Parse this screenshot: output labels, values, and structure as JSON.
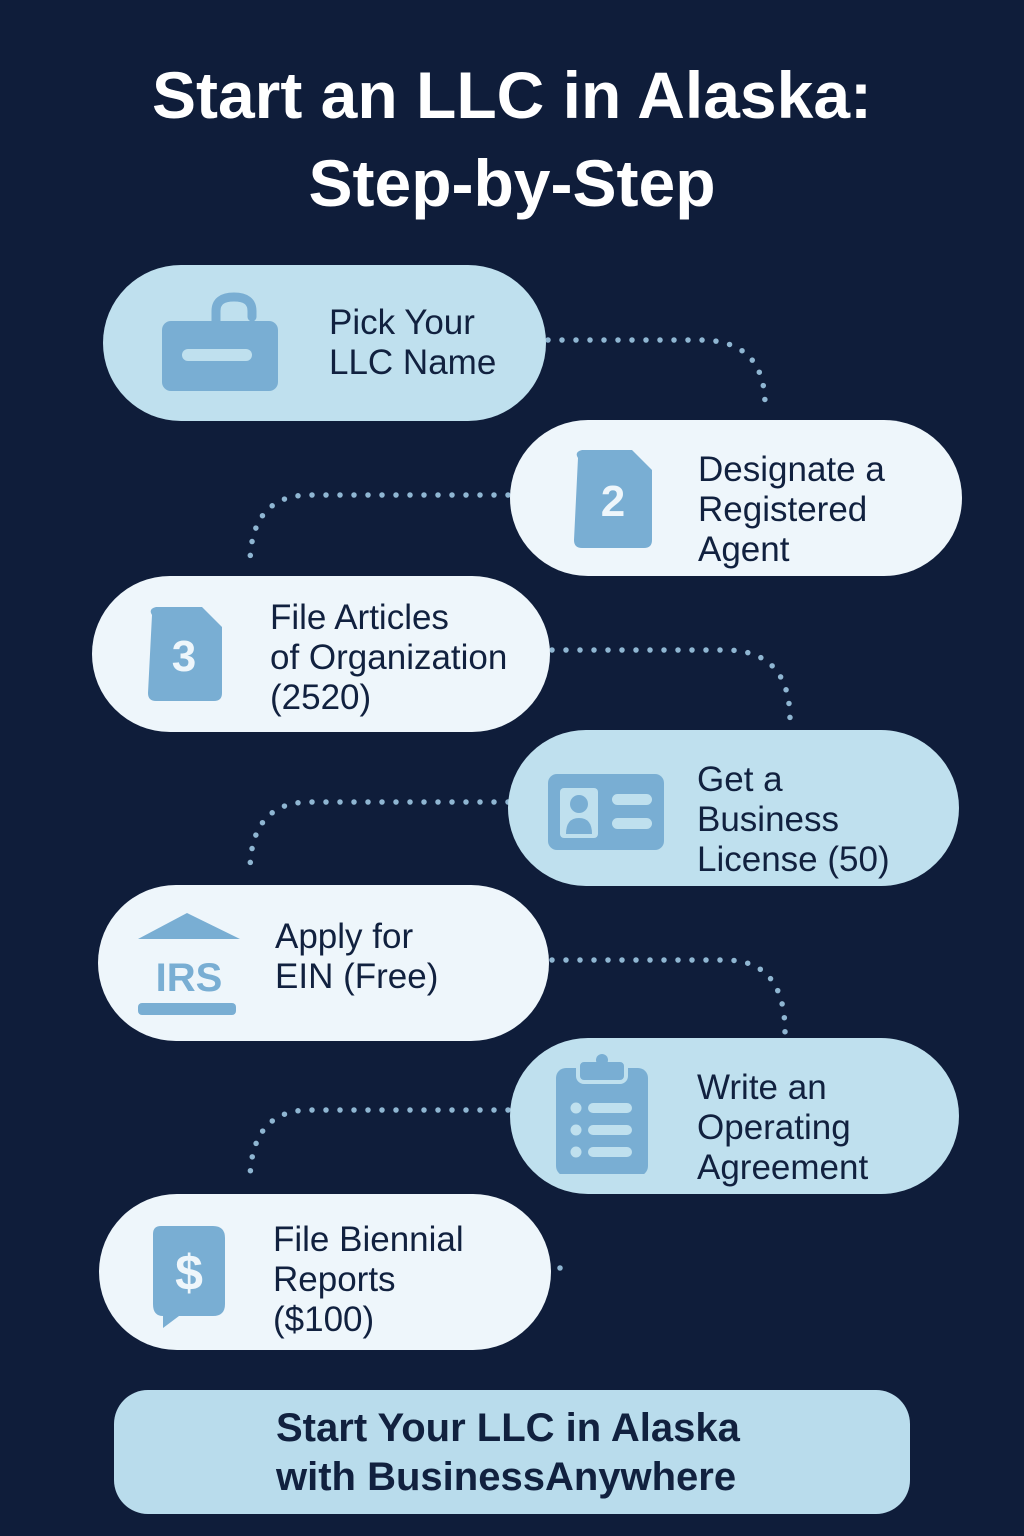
{
  "title": {
    "line1": "Start an LLC in Alaska:",
    "line2": "Step-by-Step"
  },
  "steps": [
    {
      "icon": "lock-icon",
      "lines": [
        "Pick Your",
        "LLC Name"
      ]
    },
    {
      "icon": "document-2-icon",
      "badge": "2",
      "lines": [
        "Designate a",
        "Registered",
        "Agent"
      ]
    },
    {
      "icon": "document-3-icon",
      "badge": "3",
      "lines": [
        "File Articles",
        "of Organization",
        "(2520)"
      ]
    },
    {
      "icon": "id-card-icon",
      "lines": [
        "Get a",
        "Business",
        "License (50)"
      ]
    },
    {
      "icon": "irs-building-icon",
      "badge": "IRS",
      "lines": [
        "Apply for",
        "EIN (Free)"
      ]
    },
    {
      "icon": "clipboard-icon",
      "lines": [
        "Write an",
        "Operating",
        "Agreement"
      ]
    },
    {
      "icon": "dollar-document-icon",
      "badge": "$",
      "lines": [
        "File Biennial",
        "Reports",
        "($100)"
      ]
    }
  ],
  "cta": {
    "line1": "Start Your LLC in Alaska",
    "line2": "with BusinessAnywhere"
  },
  "colors": {
    "background": "#0f1d3a",
    "pill_blue": "#bfe0ee",
    "pill_white": "#eef6fb",
    "icon": "#79aed3",
    "dots": "#8fb6d2",
    "text": "#11213f"
  }
}
